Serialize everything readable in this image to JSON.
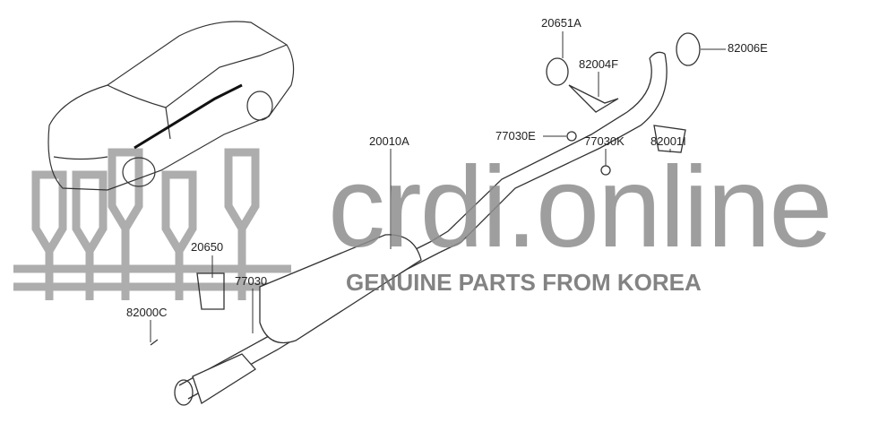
{
  "watermark": {
    "title": "crdi.online",
    "tagline": "GENUINE PARTS FROM KOREA"
  },
  "parts": [
    {
      "id": "20651A"
    },
    {
      "id": "82006E"
    },
    {
      "id": "82004F"
    },
    {
      "id": "77030E"
    },
    {
      "id": "82001I"
    },
    {
      "id": "77030K"
    },
    {
      "id": "20010A"
    },
    {
      "id": "20650"
    },
    {
      "id": "77030"
    },
    {
      "id": "82000C"
    }
  ],
  "colors": {
    "watermark": "#8e8e8e",
    "line": "#333333"
  }
}
